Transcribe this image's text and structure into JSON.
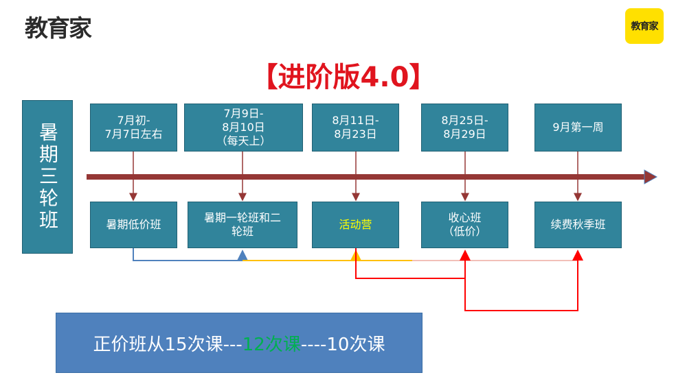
{
  "brand": {
    "logo_text": "教育家",
    "badge_text": "教育家"
  },
  "title": "【进阶版4.0】",
  "side_label": "暑期三轮班",
  "dates": [
    "7月初-\n7月7日左右",
    "7月9日-\n8月10日\n（每天上）",
    "8月11日-\n8月23日",
    "8月25日-\n8月29日",
    "9月第一周"
  ],
  "classes": [
    "暑期低价班",
    "暑期一轮班和二\n轮班",
    "活动营",
    "收心班\n（低价）",
    "续费秋季班"
  ],
  "summary": {
    "part1": "正价班从15次课---",
    "part2": "12次课",
    "part3": "----10次课"
  },
  "colors": {
    "timeline": "#953735",
    "box": "#31849b",
    "title": "#e0141e"
  }
}
